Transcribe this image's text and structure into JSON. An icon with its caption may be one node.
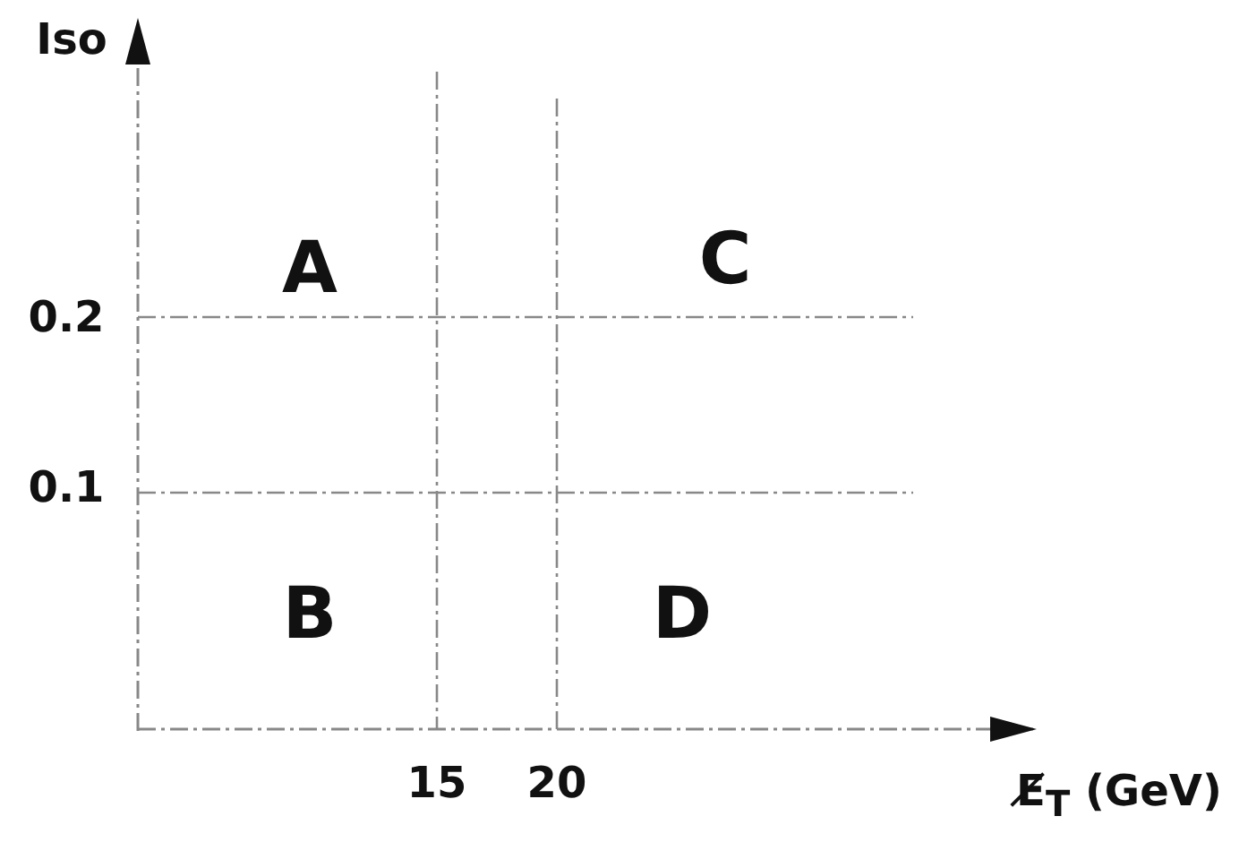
{
  "diagram": {
    "labels": [
      "Iso",
      "A",
      "C",
      "0.2",
      "0.1",
      "B",
      "D",
      "15",
      "20",
      "E̸$_{T}$ (GeV)"
    ]
  }
}
